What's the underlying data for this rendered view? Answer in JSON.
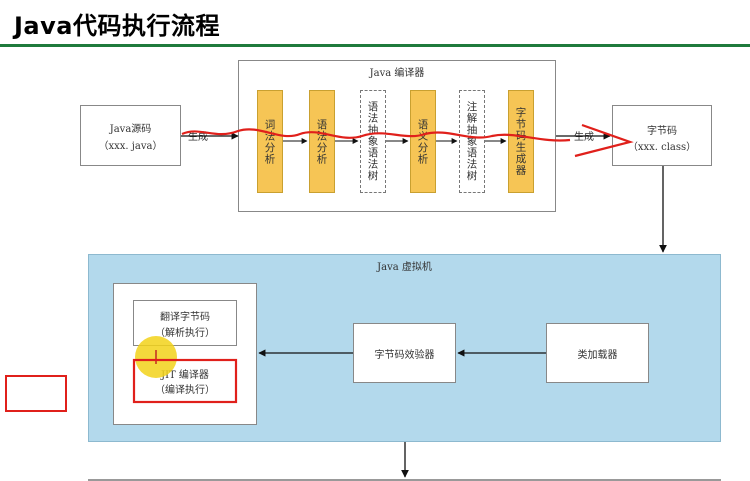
{
  "title": "Java代码执行流程",
  "compiler": {
    "title": "Java 编译器",
    "stages": [
      {
        "text": "词法分析",
        "style": "solid"
      },
      {
        "text": "语法分析",
        "style": "solid"
      },
      {
        "text": "语法抽象语法树",
        "style": "dashed"
      },
      {
        "text": "语义分析",
        "style": "solid"
      },
      {
        "text": "注解抽象语法树",
        "style": "dashed"
      },
      {
        "text": "字节码生成器",
        "style": "solid"
      }
    ]
  },
  "source": {
    "line1": "Java源码",
    "line2": "（xxx. java）"
  },
  "generate_left": "生成",
  "generate_right": "生成",
  "bytecode": {
    "line1": "字节码",
    "line2": "（xxx. class）"
  },
  "jvm": {
    "title": "Java 虚拟机",
    "interpret": {
      "line1": "翻译字节码",
      "line2": "（解析执行）"
    },
    "jit": {
      "line1": "JIT 编译器",
      "line2": "（编译执行）"
    },
    "verifier": "字节码效验器",
    "loader": "类加载器"
  },
  "colors": {
    "stage_fill": "#f6c555",
    "jvm_fill": "#b3d9ec",
    "annotation_red": "#e0201b",
    "cursor_yellow": "#f2d21a",
    "title_rule": "#1f7a3c"
  }
}
